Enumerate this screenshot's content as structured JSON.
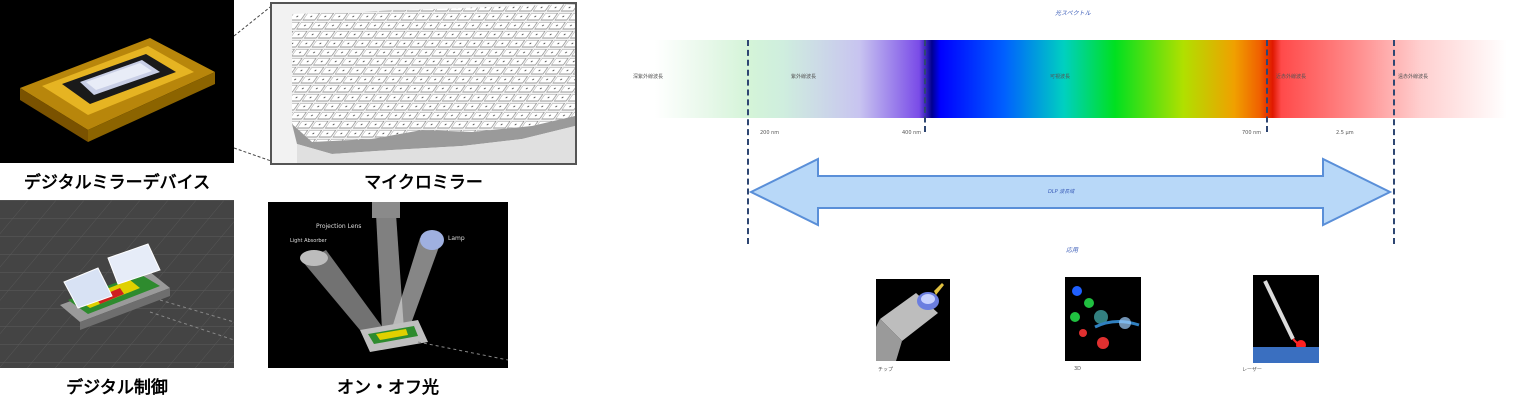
{
  "left_panels": {
    "dmd_caption": "デジタルミラーデバイス",
    "micromirror_caption": "マイクロミラー",
    "digital_control_caption": "デジタル制御",
    "onoff_caption": "オン・オフ光",
    "optics_labels": {
      "projection_lens": "Projection Lens",
      "light_absorber": "Light Absorber",
      "lamp": "Lamp"
    }
  },
  "spectrum": {
    "title": "光スペクトル",
    "bands": [
      "深紫外線波長",
      "紫外線波長",
      "可視波長",
      "近赤外線波長",
      "遠赤外線波長"
    ],
    "boundaries": [
      "200 nm",
      "400 nm",
      "700 nm",
      "2.5 µm"
    ],
    "arrow_label": "DLP 波長域",
    "applications_title": "応用",
    "applications": [
      "チップ",
      "3D",
      "レーザー"
    ]
  },
  "colors": {
    "dash": "#2e4672",
    "arrow_fill": "#b8d8f8",
    "arrow_stroke": "#5a8fd8"
  }
}
